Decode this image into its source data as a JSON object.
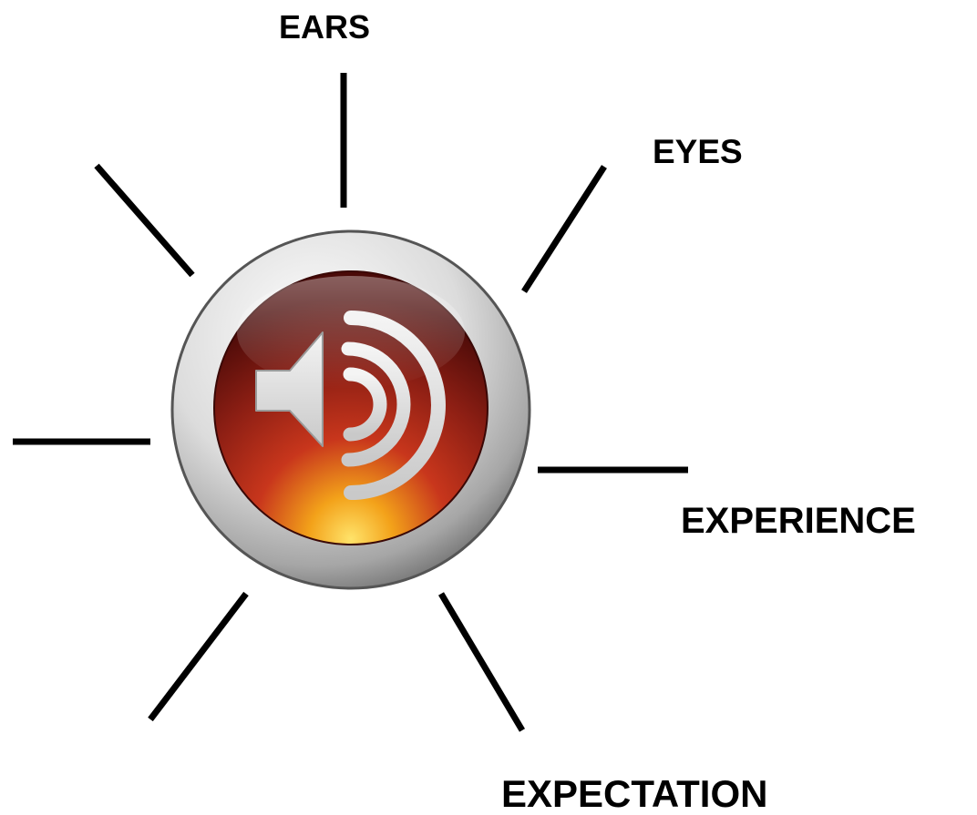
{
  "labels": {
    "ears": "EARS",
    "eyes": "EYES",
    "experience": "EXPERIENCE",
    "expectation": "EXPECTATION"
  },
  "icon": {
    "name": "speaker-volume-icon",
    "rim_color": "#cfcfcf",
    "face_colors": [
      "#4a0a08",
      "#8e1f14",
      "#c8361c",
      "#f3a21a",
      "#ffe36a"
    ],
    "glyph_color": "#e6e6e6"
  },
  "ray_color": "#000000"
}
